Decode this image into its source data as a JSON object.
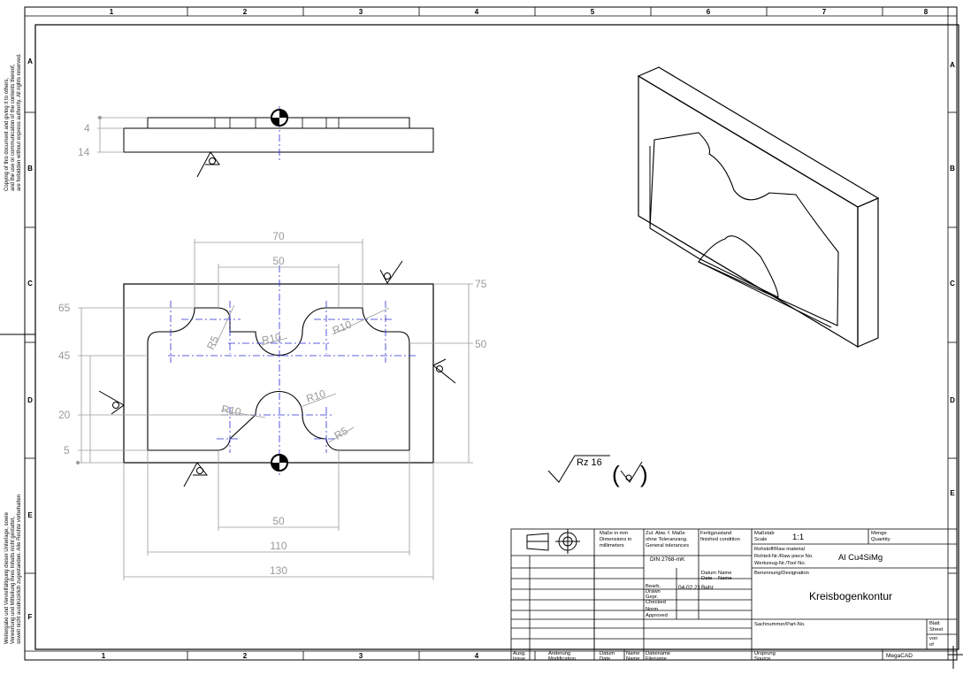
{
  "border": {
    "columns": [
      "1",
      "2",
      "3",
      "4",
      "5",
      "6",
      "7",
      "8"
    ],
    "rows": [
      "A",
      "B",
      "C",
      "D",
      "E",
      "F"
    ]
  },
  "side_notes": {
    "copy_note": [
      "Copying of this document and giving it to others,",
      "and the use or communication of the contents thereof,",
      "are forbidden without express authority. All rights reserved."
    ],
    "german_note": [
      "Weitergabe und Vervielfältigung dieser Unterlage, sowie",
      "Verwertung und Mitteilung ihres Inhalts nicht gestattet,",
      "soweit nicht ausdrücklich zugestanden. Alle Rechte vorbehalten"
    ]
  },
  "dims": {
    "side": {
      "d4": "4",
      "d14": "14"
    },
    "top": {
      "d70": "70",
      "d50": "50"
    },
    "right": {
      "d75": "75",
      "d50": "50"
    },
    "left": {
      "d65": "65",
      "d45": "45",
      "d20": "20",
      "d5": "5"
    },
    "bottom": {
      "d50": "50",
      "d110": "110",
      "d130": "130"
    },
    "radii": {
      "r5a": "R5",
      "r10a": "R10",
      "r10b": "R10",
      "r10c": "R10",
      "r10d": "R10",
      "r5b": "R5"
    }
  },
  "surface": {
    "roughness": "Rz 16"
  },
  "title_block": {
    "dims_note": [
      "Maße in mm",
      "Dimensions in",
      "millimeters"
    ],
    "tol_note": [
      "Zul. Abw. f. Maße",
      "ohne Toleranzang.",
      "General tolerances"
    ],
    "tol_value": "DIN 2768-mK",
    "finish_note": [
      "Fertigzustand",
      "finished condition"
    ],
    "scale_label": [
      "Maßstab",
      "Scale"
    ],
    "scale_value": "1:1",
    "qty_label": [
      "Menge",
      "Quantity"
    ],
    "raw_label": [
      "Rohstoff/Raw material",
      "Rohteil-Nr./Raw piece No.",
      "Werkzeug-Nr./Tool No."
    ],
    "material": "Al Cu4SiMg",
    "date_hdr": [
      "Datum",
      "Date"
    ],
    "name_hdr": [
      "Name",
      "Name"
    ],
    "drawn_label": [
      "Bearb.",
      "Drawn"
    ],
    "drawn_date": "04.02.21",
    "drawn_name": "Behr",
    "checked_label": [
      "Gepr.",
      "Checked"
    ],
    "approved_label": [
      "Norm",
      "Approved"
    ],
    "designation_label": "Benennung/Designation",
    "designation": "Kreisbogenkontur",
    "part_no_label": "Sachnummer/Part-No.",
    "sheet_label": [
      "Blatt",
      "Sheet"
    ],
    "of_label": [
      "von",
      "of"
    ],
    "issue_label": [
      "Ausg.",
      "Issue"
    ],
    "mod_label": [
      "Änderung",
      "Modification"
    ],
    "mod_date_label": [
      "Datum",
      "Date"
    ],
    "mod_name_label": [
      "Name",
      "Name"
    ],
    "file_label": [
      "Dateiname",
      "Filename"
    ],
    "source_label": [
      "Ursprung",
      "Source"
    ],
    "cad": "MegaCAD"
  }
}
